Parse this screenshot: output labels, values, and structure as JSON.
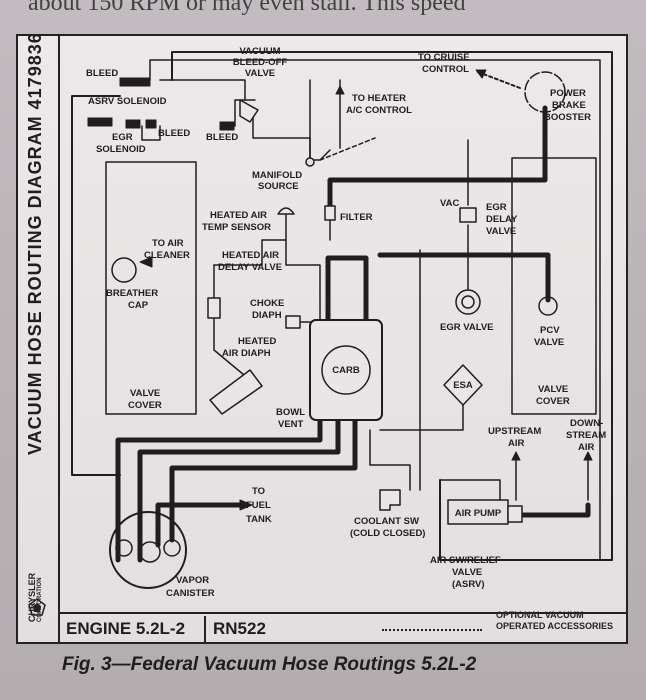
{
  "page_fragment": "about 150 RPM or may even stall. This speed",
  "side_title": "VACUUM HOSE ROUTING DIAGRAM 4179836",
  "brand": {
    "name": "CHRYSLER",
    "sub": "CORPORATION"
  },
  "footer": {
    "engine": "ENGINE 5.2L-2",
    "code": "RN522",
    "legend_line1": "OPTIONAL VACUUM",
    "legend_line2": "OPERATED ACCESSORIES"
  },
  "caption": "Fig. 3—Federal Vacuum Hose Routings 5.2L-2",
  "labels": {
    "bleed_1": "BLEED",
    "asrv_solenoid": "ASRV SOLENOID",
    "vacuum_bleedoff_1": "VACUUM",
    "vacuum_bleedoff_2": "BLEED-OFF",
    "vacuum_bleedoff_3": "VALVE",
    "to_heater_1": "TO HEATER",
    "to_heater_2": "A/C CONTROL",
    "to_cruise_1": "TO CRUISE",
    "to_cruise_2": "CONTROL",
    "power_brake_1": "POWER",
    "power_brake_2": "BRAKE",
    "power_brake_3": "BOOSTER",
    "egr_solenoid_1": "EGR",
    "egr_solenoid_2": "SOLENOID",
    "bleed_2": "BLEED",
    "bleed_3": "BLEED",
    "manifold_1": "MANIFOLD",
    "manifold_2": "SOURCE",
    "heated_air_sensor_1": "HEATED AIR",
    "heated_air_sensor_2": "TEMP SENSOR",
    "filter": "FILTER",
    "vac": "VAC",
    "egr_delay_1": "EGR",
    "egr_delay_2": "DELAY",
    "egr_delay_3": "VALVE",
    "to_air_cleaner_1": "TO AIR",
    "to_air_cleaner_2": "CLEANER",
    "heated_air_delay_1": "HEATED AIR",
    "heated_air_delay_2": "DELAY VALVE",
    "breather_cap_1": "BREATHER",
    "breather_cap_2": "CAP",
    "choke_diaph_1": "CHOKE",
    "choke_diaph_2": "DIAPH",
    "heated_air_diaph_1": "HEATED",
    "heated_air_diaph_2": "AIR DIAPH",
    "egr_valve": "EGR VALVE",
    "pcv_valve_1": "PCV",
    "pcv_valve_2": "VALVE",
    "carb": "CARB",
    "esa": "ESA",
    "valve_cover_l1": "VALVE",
    "valve_cover_l2": "COVER",
    "valve_cover_r1": "VALVE",
    "valve_cover_r2": "COVER",
    "bowl_vent_1": "BOWL",
    "bowl_vent_2": "VENT",
    "upstream_1": "UPSTREAM",
    "upstream_2": "AIR",
    "downstream_1": "DOWN-",
    "downstream_2": "STREAM",
    "downstream_3": "AIR",
    "to_fuel_tank_1": "TO",
    "to_fuel_tank_2": "FUEL",
    "to_fuel_tank_3": "TANK",
    "air_pump": "AIR PUMP",
    "coolant_sw_1": "COOLANT SW",
    "coolant_sw_2": "(COLD CLOSED)",
    "air_sw_1": "AIR SW/RELIEF",
    "air_sw_2": "VALVE",
    "air_sw_3": "(ASRV)",
    "vapor_canister_1": "VAPOR",
    "vapor_canister_2": "CANISTER"
  }
}
